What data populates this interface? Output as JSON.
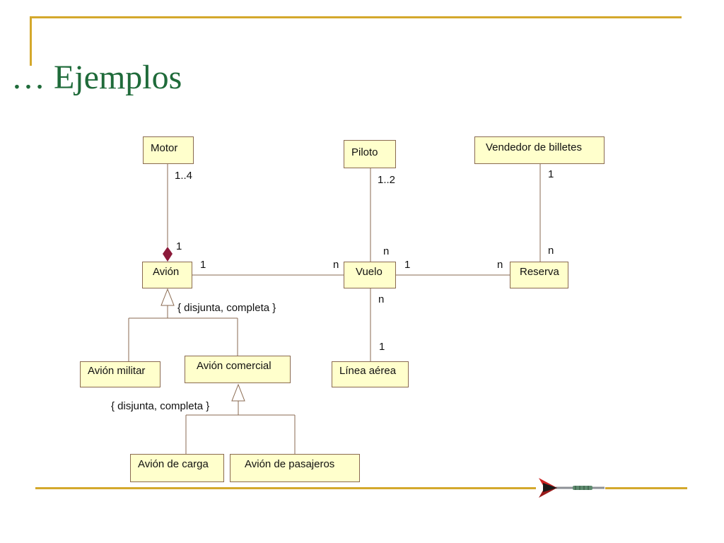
{
  "slide": {
    "title": "… Ejemplos"
  },
  "classes": {
    "motor": "Motor",
    "piloto": "Piloto",
    "vendedor": "Vendedor de billetes",
    "avion": "Avión",
    "vuelo": "Vuelo",
    "reserva": "Reserva",
    "avion_militar": "Avión militar",
    "avion_comercial": "Avión comercial",
    "linea_aerea": "Línea aérea",
    "avion_carga": "Avión de carga",
    "avion_pasajeros": "Avión de pasajeros"
  },
  "multiplicities": {
    "motor_end": "1..4",
    "avion_motor_end": "1",
    "piloto_end": "1..2",
    "vuelo_piloto_end": "n",
    "vendedor_end": "1",
    "reserva_vendedor_end": "n",
    "avion_vuelo_end": "1",
    "vuelo_avion_end": "n",
    "vuelo_reserva_end": "1",
    "reserva_vuelo_end": "n",
    "vuelo_linea_end": "n",
    "linea_end": "1"
  },
  "constraints": {
    "avion_generalization": "{ disjunta, completa }",
    "comercial_generalization": "{ disjunta, completa }"
  },
  "colors": {
    "decoration": "#d4a82c",
    "title": "#1f6b3a",
    "class_fill": "#ffffcc",
    "class_border": "#8a6a50",
    "composition_diamond": "#8b1a3a"
  },
  "icons": {
    "footer": "dart-icon"
  }
}
